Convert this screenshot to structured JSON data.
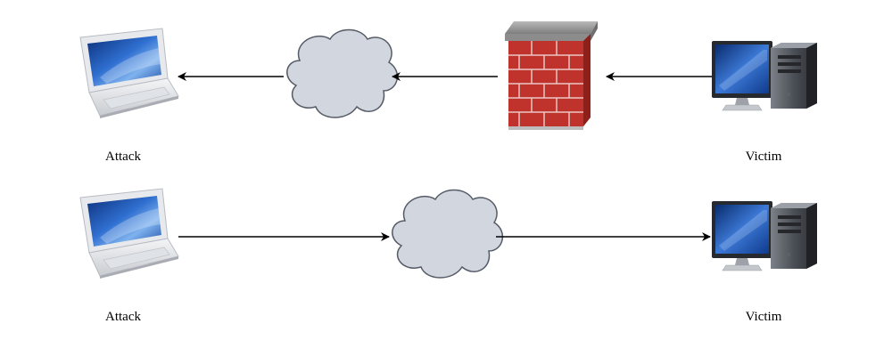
{
  "diagram": {
    "colors": {
      "arrow": "#000000",
      "cloud_fill": "#d2d6de",
      "cloud_stroke": "#555b66",
      "brick": "#c0322c",
      "firewall_cap": "#9a9a9a",
      "screen": "#1e5bb8",
      "tower": "#3c3f44"
    },
    "rows": [
      {
        "attacker": {
          "label": "Attack",
          "icon": "laptop-icon"
        },
        "network": {
          "icon": "cloud-icon"
        },
        "firewall": {
          "icon": "firewall-icon"
        },
        "victim": {
          "label": "Victim",
          "icon": "desktop-computer-icon"
        },
        "flow_direction": "victim-to-attacker"
      },
      {
        "attacker": {
          "label": "Attack",
          "icon": "laptop-icon"
        },
        "network": {
          "icon": "cloud-icon"
        },
        "victim": {
          "label": "Victim",
          "icon": "desktop-computer-icon"
        },
        "flow_direction": "attacker-to-victim"
      }
    ]
  }
}
